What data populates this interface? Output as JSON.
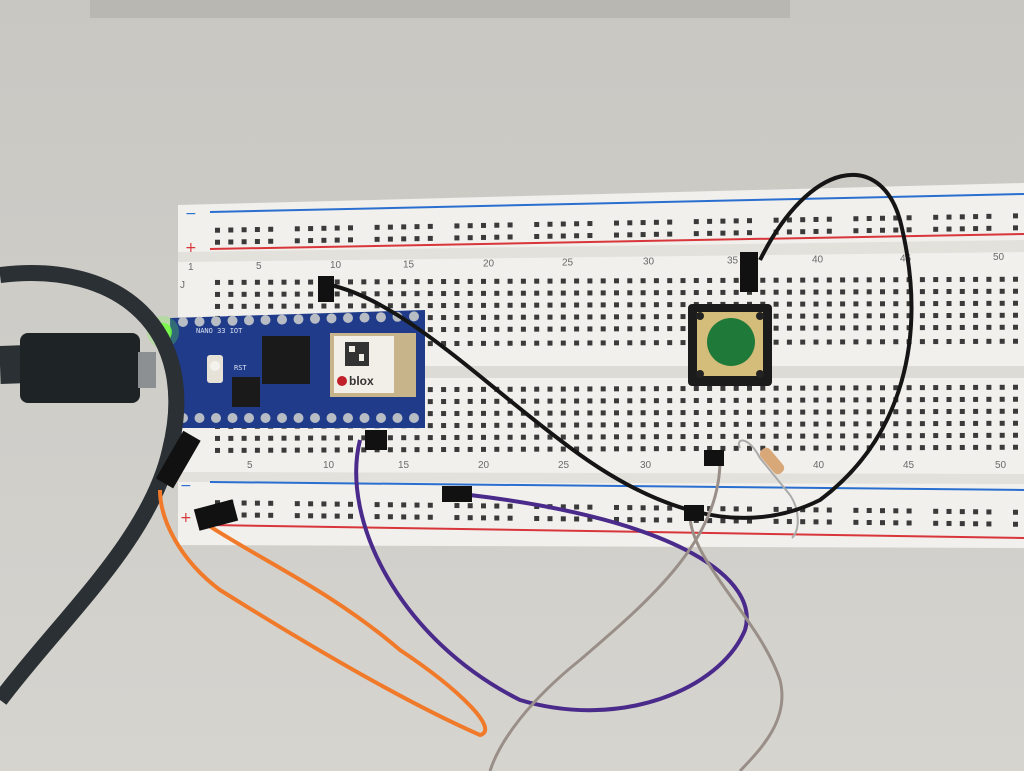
{
  "breadboard": {
    "top_numbers": [
      "1",
      "5",
      "10",
      "15",
      "20",
      "25",
      "30",
      "35",
      "40",
      "45",
      "50"
    ],
    "bottom_numbers": [
      "5",
      "10",
      "15",
      "20",
      "25",
      "30",
      "40",
      "45",
      "50"
    ],
    "row_letter": "J",
    "rail_minus": "−",
    "rail_plus": "+",
    "rail_colors": {
      "blue": "#2a6fd0",
      "red": "#d8363a"
    }
  },
  "board": {
    "name_silk": "NANO 33 IOT",
    "reset_label": "RST",
    "module_brand": "blox",
    "color": "#1f3b8a",
    "led_color": "#6dff3a"
  },
  "button": {
    "cap_color": "#1f7a3a"
  },
  "wires": {
    "black": "#151515",
    "orange": "#f07a2a",
    "purple": "#4a2a8a",
    "grey": "#9a8f88",
    "usb_cable": "#2a3033"
  }
}
